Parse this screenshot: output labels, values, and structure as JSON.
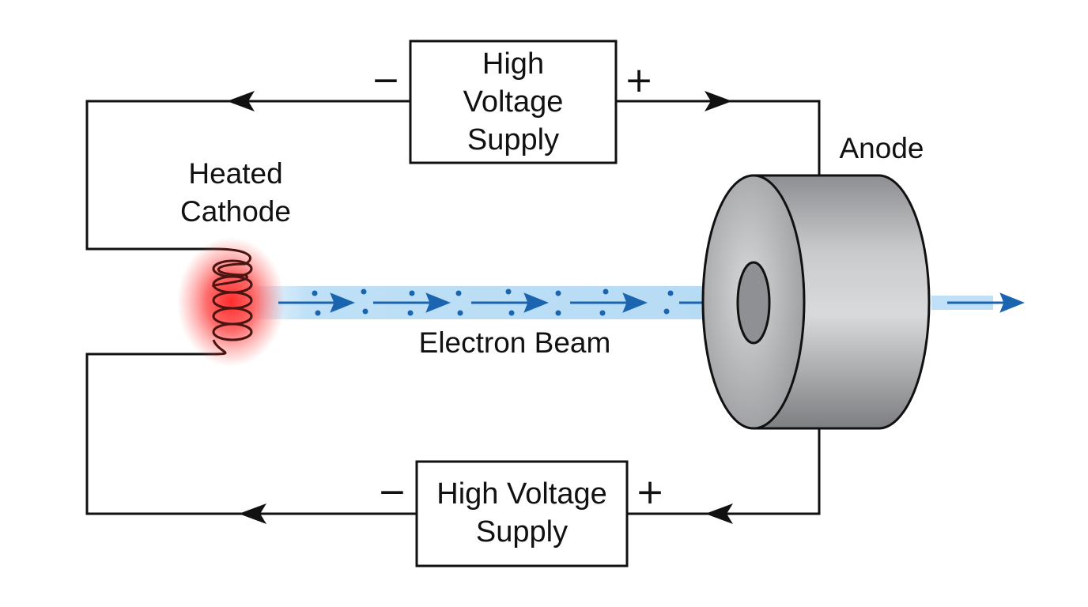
{
  "top_supply": {
    "lines": [
      "High",
      "Voltage",
      "Supply"
    ],
    "minus_sign": "−",
    "plus_sign": "+"
  },
  "bottom_supply": {
    "lines": [
      "High Voltage",
      "Supply"
    ],
    "minus_sign": "−",
    "plus_sign": "+"
  },
  "cathode": {
    "lines": [
      "Heated",
      "Cathode"
    ]
  },
  "anode": {
    "label": "Anode"
  },
  "beam": {
    "label": "Electron Beam"
  },
  "colors": {
    "wire": "#111111",
    "beam": "#bfe0f6",
    "arrow": "#1a64b0",
    "glow": "#ff1a1a",
    "coil": "#5a1a10",
    "anode_front": "#c6c7c9",
    "anode_side": "#a9aaad"
  },
  "icons": [
    "arrow-left-icon",
    "arrow-right-icon",
    "coil-icon",
    "cylinder-icon"
  ]
}
